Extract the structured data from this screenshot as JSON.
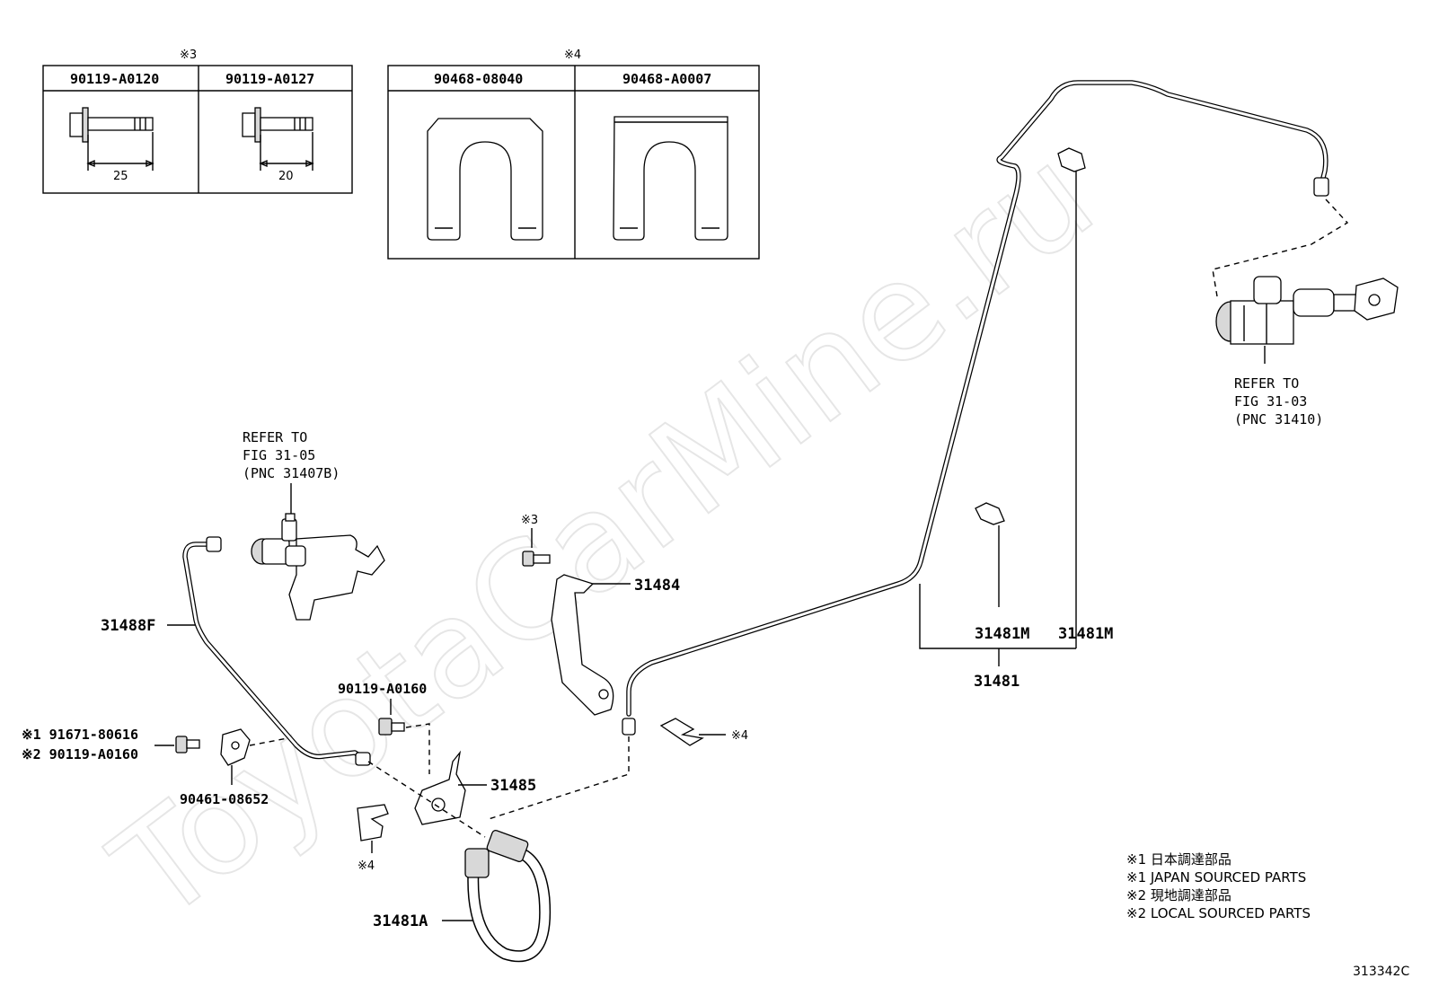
{
  "watermark": "ToyotaCarMine.ru",
  "figure_code": "313342C",
  "insets": [
    {
      "note": "※3",
      "cells": [
        {
          "part_no": "90119-A0120",
          "dimension": "25"
        },
        {
          "part_no": "90119-A0127",
          "dimension": "20"
        }
      ]
    },
    {
      "note": "※4",
      "cells": [
        {
          "part_no": "90468-08040"
        },
        {
          "part_no": "90468-A0007"
        }
      ]
    }
  ],
  "callouts": {
    "refer_left": {
      "line1": "REFER TO",
      "line2": "FIG 31-05",
      "line3": "(PNC 31407B)"
    },
    "refer_right": {
      "line1": "REFER TO",
      "line2": "FIG 31-03",
      "line3": "(PNC 31410)"
    },
    "p31488F": "31488F",
    "p31484": "31484",
    "p31484_note": "※3",
    "p90119_A0160": "90119-A0160",
    "p91671_line": "※1 91671-80616",
    "p90119_line": "※2 90119-A0160",
    "p90461": "90461-08652",
    "p31485": "31485",
    "clip_note_left": "※4",
    "clip_note_right": "※4",
    "p31481A": "31481A",
    "p31481M_a": "31481M",
    "p31481M_b": "31481M",
    "p31481": "31481"
  },
  "legend": [
    "※1  日本調達部品",
    "※1  JAPAN SOURCED PARTS",
    "※2  現地調達部品",
    "※2  LOCAL SOURCED PARTS"
  ]
}
